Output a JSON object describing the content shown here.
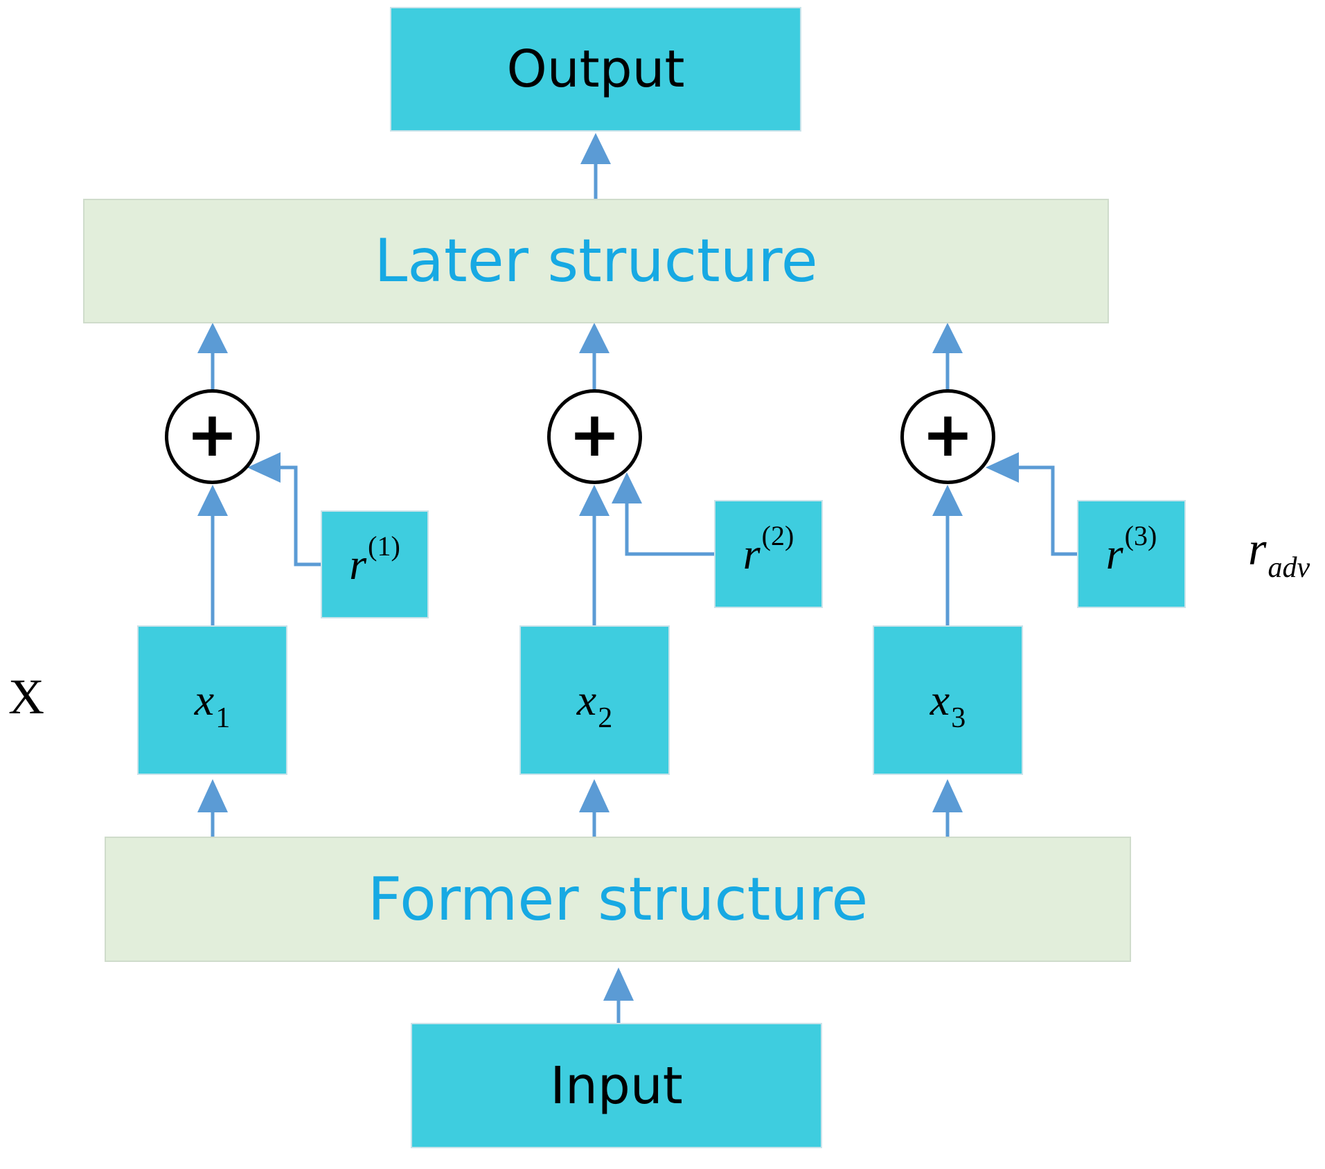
{
  "nodes": {
    "output": "Output",
    "later_structure": "Later structure",
    "former_structure": "Former structure",
    "input": "Input",
    "x1": {
      "base": "x",
      "sub": "1"
    },
    "x2": {
      "base": "x",
      "sub": "2"
    },
    "x3": {
      "base": "x",
      "sub": "3"
    },
    "r1": {
      "base": "r",
      "sup": "(1)"
    },
    "r2": {
      "base": "r",
      "sup": "(2)"
    },
    "r3": {
      "base": "r",
      "sup": "(3)"
    },
    "plus": "+"
  },
  "side_labels": {
    "X": "X",
    "r_adv": {
      "base": "r",
      "sub": "adv"
    }
  },
  "colors": {
    "box_fill": "#3ecddf",
    "structure_fill": "#e2eedb",
    "structure_text": "#17a9e3",
    "arrow": "#5b9bd5"
  }
}
